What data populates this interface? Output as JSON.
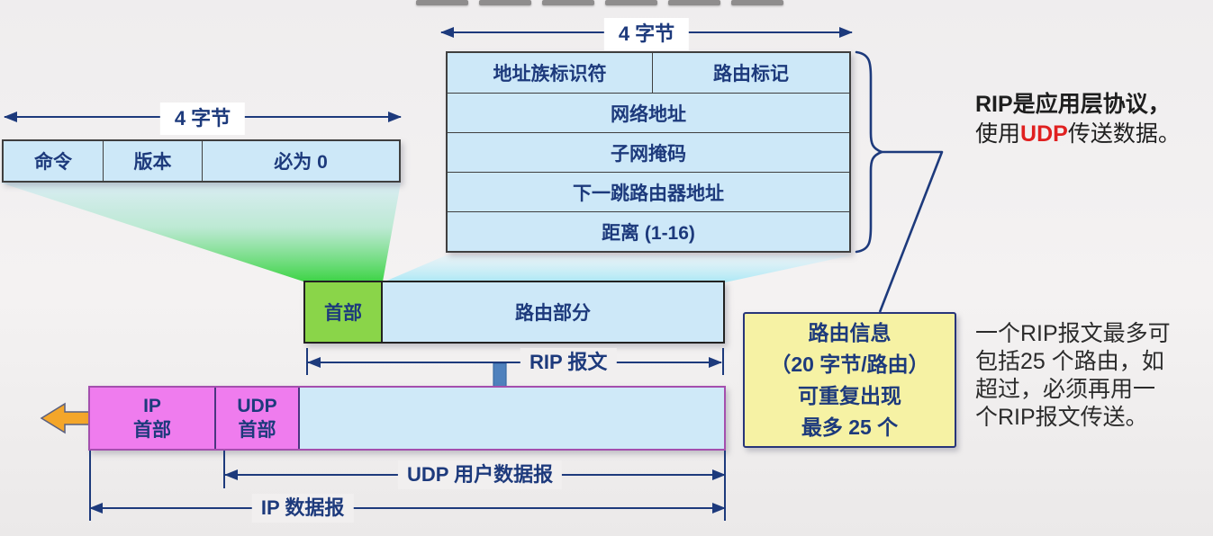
{
  "colors": {
    "navy": "#1d3a7c",
    "cell_blue": "#cde8f8",
    "green": "#8ad549",
    "magenta": "#ef7cee",
    "yellow": "#f6f2a4",
    "orange": "#f4a62a",
    "steel_blue": "#4f81bd",
    "background": "#f1efef"
  },
  "title_bars_count": 6,
  "left_field_group": {
    "width_label": "4 字节",
    "fields": [
      "命令",
      "版本",
      "必为 0"
    ]
  },
  "route_entry_table": {
    "width_label": "4 字节",
    "row1": {
      "left": "地址族标识符",
      "right": "路由标记"
    },
    "rows": [
      "网络地址",
      "子网掩码",
      "下一跳路由器地址",
      "距离 (1-16)"
    ]
  },
  "rip_message_bar": {
    "header": "首部",
    "routes": "路由部分",
    "span_label": "RIP 报文"
  },
  "encapsulation_bar": {
    "ip_header_line1": "IP",
    "ip_header_line2": "首部",
    "udp_header_line1": "UDP",
    "udp_header_line2": "首部",
    "udp_span_label": "UDP 用户数据报",
    "ip_span_label": "IP 数据报"
  },
  "route_info_note": {
    "lines": [
      "路由信息",
      "（20 字节/路由）",
      "可重复出现",
      "最多 25 个"
    ]
  },
  "protocol_note": {
    "line1_normal": "RIP是",
    "line1_bold": "应用层协议，",
    "line2_pre": "使用",
    "line2_highlight": "UDP",
    "line2_post": "传送数据。"
  },
  "capacity_note": {
    "lines": [
      "一个RIP报文最多可",
      "包括25 个路由，如",
      "超过，必须再用一",
      "个RIP报文传送。"
    ]
  }
}
